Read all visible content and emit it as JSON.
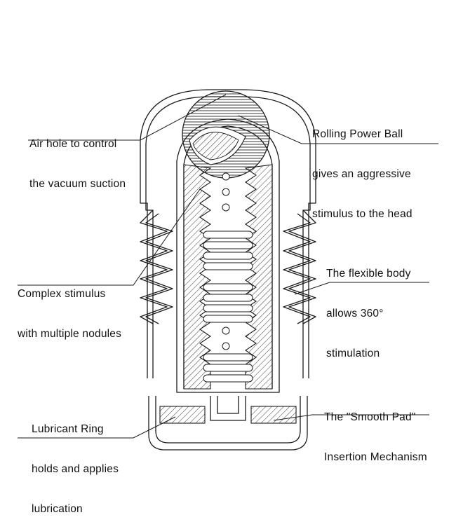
{
  "labels": {
    "air_hole": [
      "Air hole to control",
      "the vacuum suction"
    ],
    "power_ball": [
      "Rolling Power Ball",
      "gives an aggressive",
      "stimulus to the head"
    ],
    "flexible_body": [
      "The flexible body",
      "allows 360°",
      "stimulation"
    ],
    "nodules": [
      "Complex stimulus",
      "with multiple nodules"
    ],
    "lubricant_ring": [
      "Lubricant Ring",
      "holds and applies",
      "lubrication"
    ],
    "smooth_pad": [
      "The \"Smooth Pad\"",
      "Insertion Mechanism"
    ]
  },
  "colors": {
    "line": "#1a1a1a",
    "text": "#111111",
    "background": "#ffffff"
  }
}
